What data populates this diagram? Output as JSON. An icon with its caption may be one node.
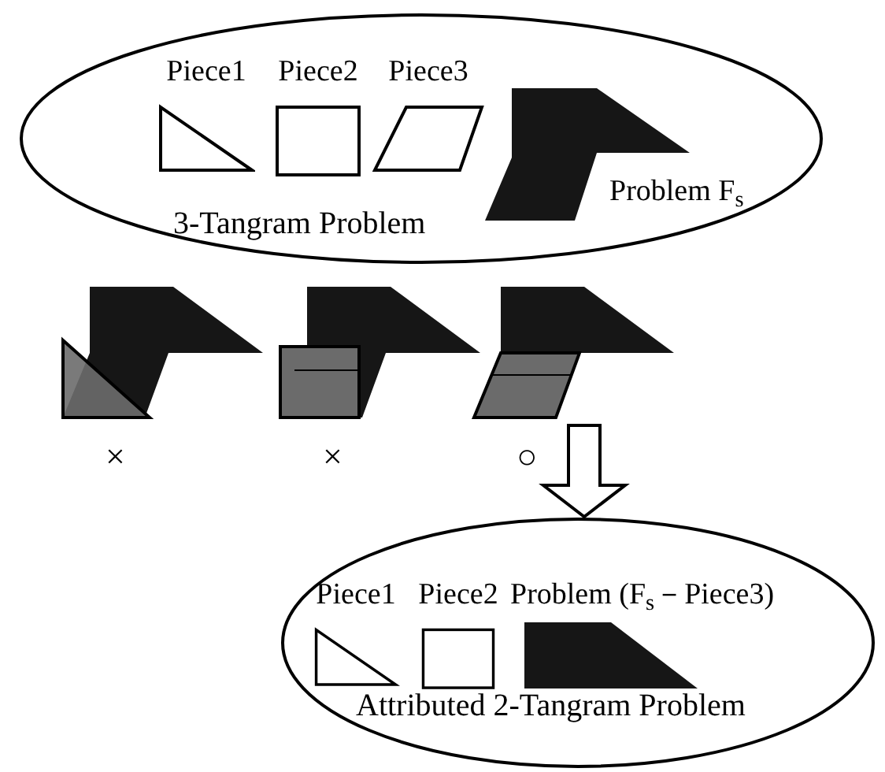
{
  "diagram": {
    "nodes": [
      {
        "text": [
          "3-Tangram Problem"
        ]
      },
      {
        "text": [
          "Piece1"
        ],
        "in": 0
      },
      {
        "text": [
          "Piece2"
        ],
        "in": 0
      },
      {
        "text": [
          "Piece3"
        ],
        "in": 0
      },
      {
        "text": [
          "Problem F$_{s}$"
        ],
        "in": 0
      },
      {
        "text": [],
        "shape": "picture",
        "beside": [
          "×"
        ]
      },
      {
        "text": [],
        "shape": "picture",
        "beside": [
          "×"
        ]
      },
      {
        "text": [],
        "shape": "picture",
        "beside": [
          "○"
        ]
      },
      {
        "text": [
          "Attributed 2-Tangram Problem"
        ]
      },
      {
        "text": [
          "Piece1"
        ],
        "in": 8
      },
      {
        "text": [
          "Piece2"
        ],
        "in": 8
      },
      {
        "text": [
          "Problem (F$_{s}$－Piece3)"
        ],
        "in": 8
      }
    ],
    "edges": [
      {
        "from": null,
        "to": 8,
        "arrow": "to"
      }
    ]
  }
}
